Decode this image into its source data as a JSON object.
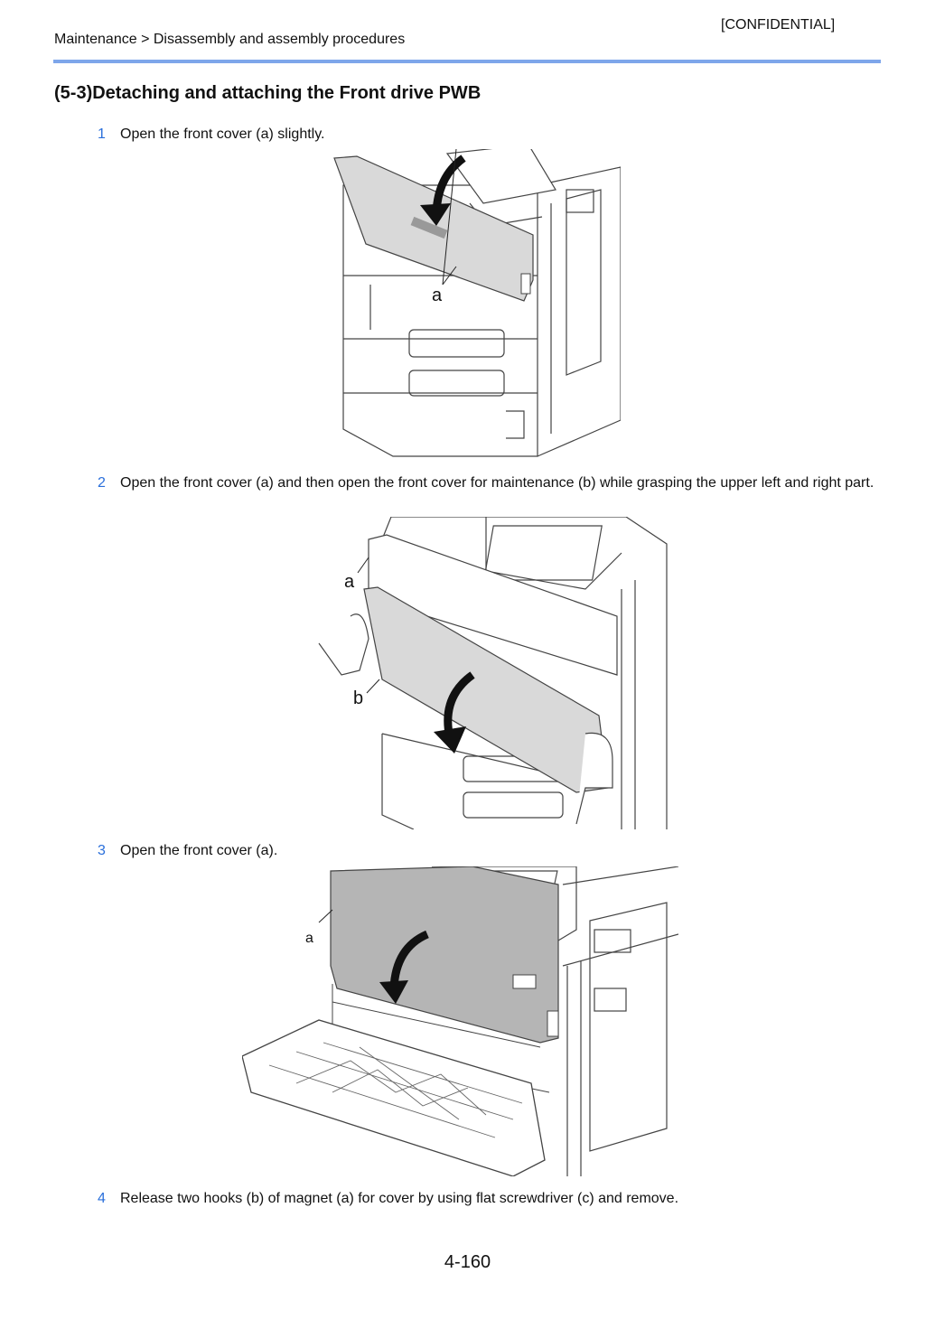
{
  "header": {
    "confidential": "[CONFIDENTIAL]",
    "breadcrumb": "Maintenance > Disassembly and assembly procedures"
  },
  "section_title": "(5-3)Detaching and attaching the Front drive PWB",
  "steps": [
    {
      "num": "1",
      "text": "Open the front cover (a) slightly.",
      "labels": [
        "a"
      ]
    },
    {
      "num": "2",
      "text": "Open the front cover (a) and then open the front cover for maintenance (b) while grasping the upper left and right part.",
      "labels": [
        "a",
        "b"
      ]
    },
    {
      "num": "3",
      "text": "Open the front cover (a).",
      "labels": [
        "a"
      ]
    },
    {
      "num": "4",
      "text": "Release two hooks (b) of magnet (a) for cover by using flat screwdriver (c) and remove."
    }
  ],
  "footer": {
    "page_number": "4-160"
  },
  "colors": {
    "accent_rule": "#7ea6ea",
    "step_number": "#2a6fdb"
  }
}
